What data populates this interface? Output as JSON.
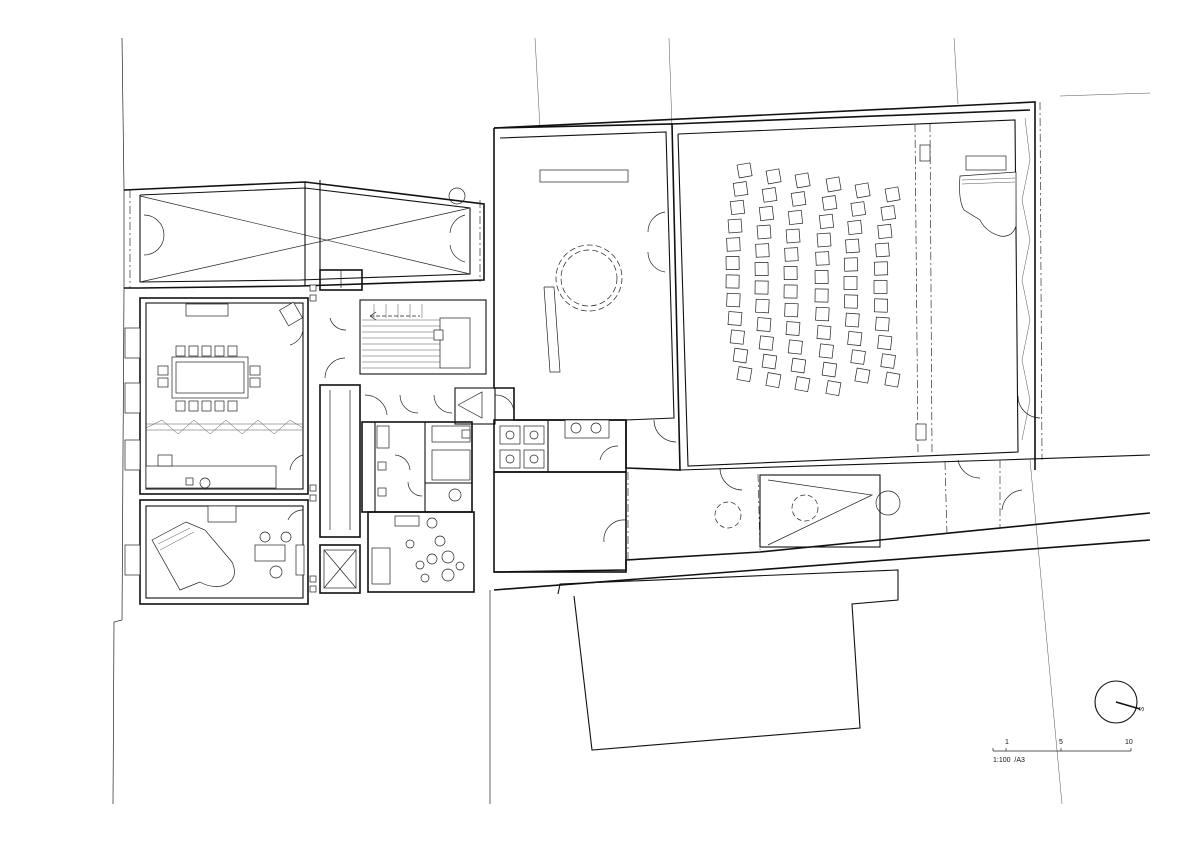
{
  "scale_bar": {
    "ticks": [
      "1",
      "5",
      "10"
    ],
    "caption": "1:100  /A3"
  },
  "north_arrow": {
    "letter": "S"
  },
  "rooms": {
    "entrance_hall": "",
    "rehearsal_room": "",
    "meeting_room": "",
    "piano_room": "",
    "foyer": "",
    "concert_hall": "",
    "stage": "",
    "stair": "",
    "toilets": "",
    "lift": ""
  }
}
